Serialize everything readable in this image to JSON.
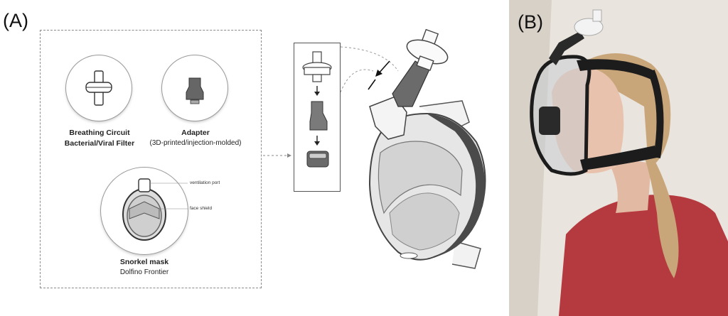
{
  "panels": {
    "a_label": "(A)",
    "b_label": "(B)"
  },
  "components": {
    "filter": {
      "title_line1": "Breathing Circuit",
      "title_line2": "Bacterial/Viral Filter",
      "icon": "filter-icon"
    },
    "adapter": {
      "title": "Adapter",
      "subtitle": "(3D-printed/injection-molded)",
      "icon": "adapter-icon"
    },
    "mask": {
      "title": "Snorkel mask",
      "subtitle": "Dolfino Frontier",
      "icon": "snorkel-mask-icon",
      "callout_port": "ventilation port",
      "callout_shield": "face shield"
    }
  },
  "colors": {
    "shirt": "#b53a3f",
    "wall": "#e9e4dd",
    "hair": "#c9a67a",
    "strap": "#1c1c1c"
  }
}
